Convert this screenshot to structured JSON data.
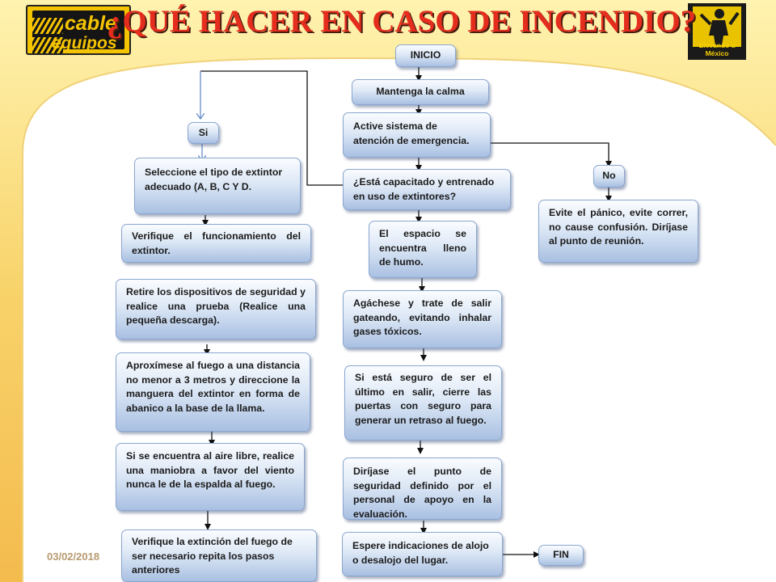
{
  "header": {
    "title": "¿QUÉ HACER EN CASO DE INCENDIO?",
    "logo_left_line1": "cable",
    "logo_left_line2": "equipos",
    "logo_right_caption": "Elevando a México"
  },
  "footer": {
    "date": "03/02/2018"
  },
  "nodes": {
    "inicio": "INICIO",
    "calma": "Mantenga la calma",
    "activar": "Active sistema de atención de emergencia.",
    "capacitado": "¿Está capacitado y entrenado en uso de extintores?",
    "humo": "El espacio se encuentra lleno de humo.",
    "agachese": "Agáchese y trate de salir gateando, evitando inhalar gases tóxicos.",
    "ultimo": "Si está seguro de ser el último en salir, cierre las puertas con seguro para generar un retraso al fuego.",
    "dirijase_seg": "Diríjase el punto de seguridad definido por el personal de apoyo en la evaluación.",
    "espere": "Espere indicaciones de alojo o desalojo del lugar.",
    "fin": "FIN",
    "si": "Si",
    "seleccione": "Seleccione el tipo de extintor adecuado (A, B, C Y D.",
    "verifique_func": "Verifique el funcionamiento del extintor.",
    "retire": "Retire los dispositivos de seguridad y realice una prueba (Realice una pequeña descarga).",
    "aproximese": "Aproxímese al fuego a una distancia no menor a 3 metros y direccione la manguera del extintor en forma de abanico a la base de la llama.",
    "aire_libre": "Si se encuentra al aire libre, realice una maniobra a favor del viento nunca le de la espalda al fuego.",
    "verifique_ext": "Verifique la extinción del fuego de ser necesario repita los pasos anteriores",
    "no": "No",
    "evite": "Evite el pánico, evite correr, no cause confusión. Diríjase al punto de reunión."
  },
  "colors": {
    "title": "#e52d1d",
    "bg_yellow": "#f7c95c",
    "box_border": "#8aa6d0",
    "logo_yellow": "#f5c400"
  }
}
